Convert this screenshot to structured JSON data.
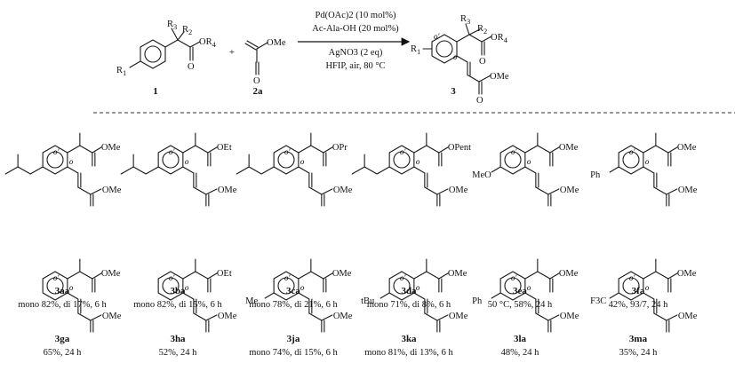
{
  "reaction": {
    "plus": "+",
    "conditions": [
      "Pd(OAc)2 (10 mol%)",
      "Ac-Ala-OH (20 mol%)",
      "AgNO3 (2 eq)",
      "HFIP, air, 80 °C"
    ],
    "reagents": {
      "r1": "R1",
      "r2": "R2",
      "r3": "R3",
      "r4": "OR4",
      "ome": "OMe",
      "o": "O",
      "label_1": "1",
      "label_2a": "2a",
      "label_3": "3"
    }
  },
  "products": [
    {
      "id": "3aa",
      "ester": "OMe",
      "result": "mono 82%, di 17%, 6 h"
    },
    {
      "id": "3ba",
      "ester": "OEt",
      "result": "mono 82%, di 15%, 6 h"
    },
    {
      "id": "3ca",
      "ester": "OPr",
      "result": "mono 78%, di 21%, 6 h"
    },
    {
      "id": "3da",
      "ester": "OPent",
      "result": "mono 71%, di 8%, 6 h"
    },
    {
      "id": "3ea",
      "ester": "OMe",
      "substituent": "MeO",
      "result": "50 °C, 58%, 24 h"
    },
    {
      "id": "3fa",
      "ester": "OMe",
      "substituent": "Ph",
      "result": "42%, 93/7, 24 h"
    },
    {
      "id": "3ga",
      "ester": "OMe",
      "result": "65%, 24 h"
    },
    {
      "id": "3ha",
      "ester": "OEt",
      "result": "52%, 24 h"
    },
    {
      "id": "3ja",
      "ester": "OMe",
      "substituent": "Me",
      "result": "mono 74%, di 15%, 6 h"
    },
    {
      "id": "3ka",
      "ester": "OMe",
      "substituent": "tBu",
      "result": "mono 81%, di 13%, 6 h"
    },
    {
      "id": "3la",
      "ester": "OMe",
      "substituent": "Ph",
      "result": "48%, 24 h"
    },
    {
      "id": "3ma",
      "ester": "OMe",
      "substituent": "F3C",
      "result": "35%, 24 h"
    }
  ],
  "markers": {
    "ortho": "o",
    "ortho_prime": "o′"
  }
}
